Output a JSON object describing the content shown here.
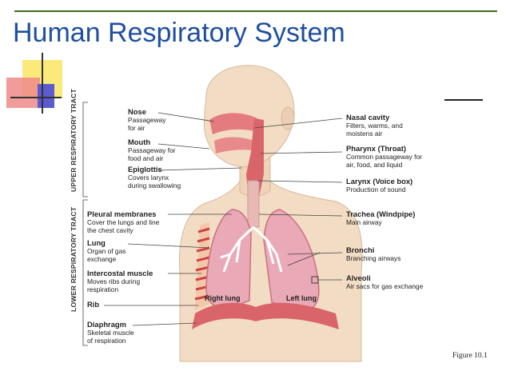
{
  "title": "Human Respiratory System",
  "tracts": {
    "upper": "UPPER RESPIRATORY TRACT",
    "lower": "LOWER RESPIRATORY TRACT"
  },
  "labels": {
    "nose": {
      "name": "Nose",
      "desc1": "Passageway",
      "desc2": "for air"
    },
    "mouth": {
      "name": "Mouth",
      "desc1": "Passageway for",
      "desc2": "food and air"
    },
    "epiglottis": {
      "name": "Epiglottis",
      "desc1": "Covers larynx",
      "desc2": "during swallowing"
    },
    "pleural": {
      "name": "Pleural membranes",
      "desc1": "Cover the lungs and line",
      "desc2": "the chest cavity"
    },
    "lung": {
      "name": "Lung",
      "desc1": "Organ of gas",
      "desc2": "exchange"
    },
    "intercostal": {
      "name": "Intercostal muscle",
      "desc1": "Moves ribs during",
      "desc2": "respiration"
    },
    "rib": {
      "name": "Rib"
    },
    "diaphragm": {
      "name": "Diaphragm",
      "desc1": "Skeletal muscle",
      "desc2": "of respiration"
    },
    "nasal": {
      "name": "Nasal cavity",
      "desc1": "Filters, warms, and",
      "desc2": "moistens air"
    },
    "pharynx": {
      "name": "Pharynx (Throat)",
      "desc1": "Common passageway for",
      "desc2": "air, food, and liquid"
    },
    "larynx": {
      "name": "Larynx (Voice box)",
      "desc1": "Production of sound"
    },
    "trachea": {
      "name": "Trachea (Windpipe)",
      "desc1": "Main airway"
    },
    "bronchi": {
      "name": "Bronchi",
      "desc1": "Branching airways"
    },
    "alveoli": {
      "name": "Alveoli",
      "desc1": "Air sacs for gas exchange"
    }
  },
  "lungs": {
    "right": "Right lung",
    "left": "Left lung"
  },
  "figure": "Figure 10.1",
  "colors": {
    "title": "#1f4fa0",
    "topline": "#3c6e1f",
    "skin": "#f2dcc4",
    "lung": "#e9a9b6",
    "airway": "#d9646a"
  }
}
